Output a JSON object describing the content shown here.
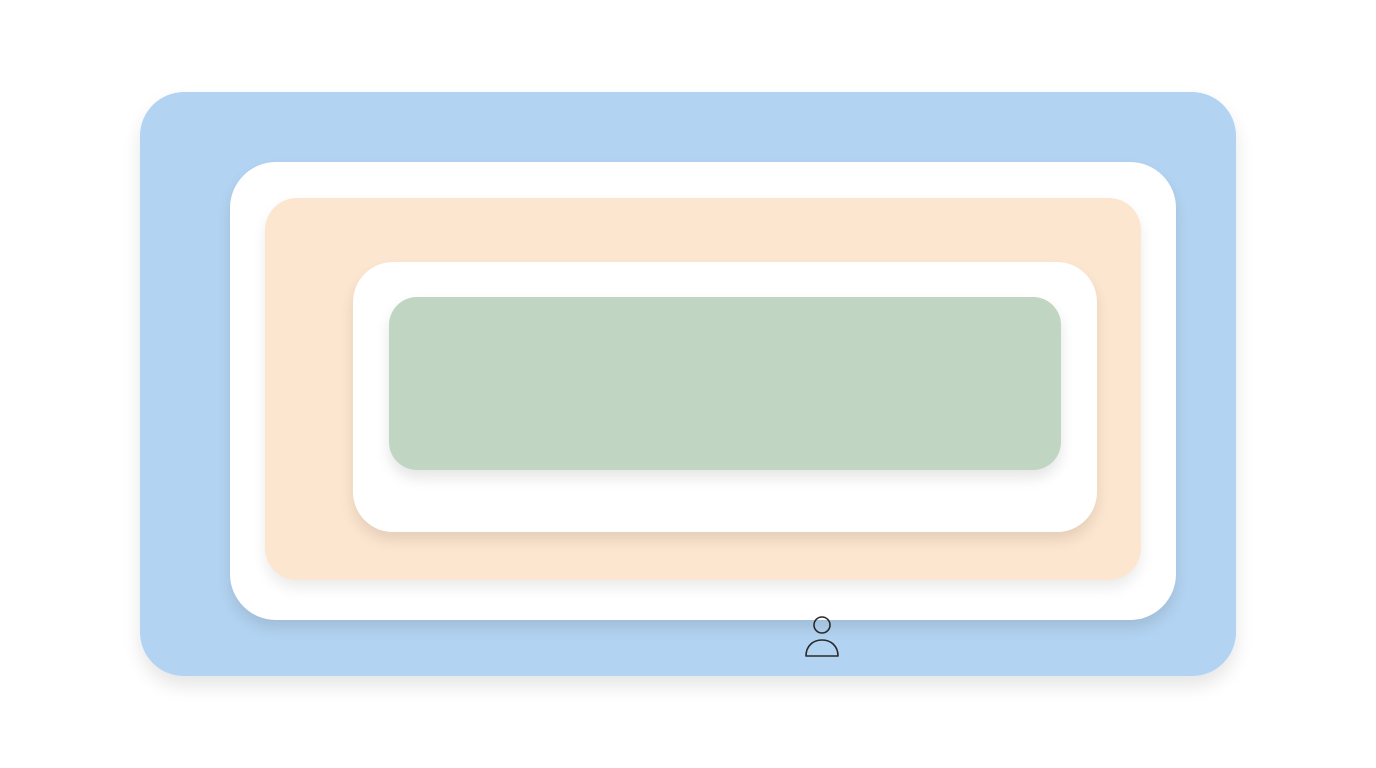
{
  "diagram": {
    "levels": [
      {
        "id": "organization",
        "icon": "building-icon",
        "color": "#b2d3f1"
      },
      {
        "id": "team",
        "icon": "team-icon",
        "color": "#fde6cf"
      },
      {
        "id": "person",
        "icon": "user-icon",
        "color": "#c1d6c2"
      }
    ],
    "gap_color": "#ffffff",
    "background": "#ffffff"
  }
}
